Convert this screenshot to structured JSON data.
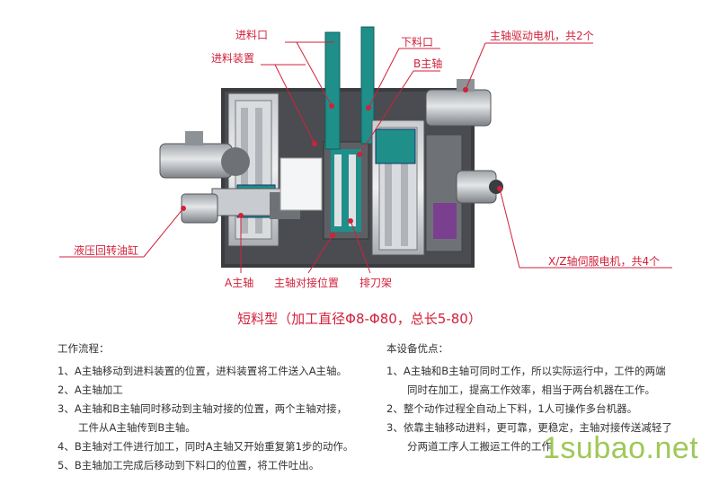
{
  "callouts": {
    "feed_port": "进料口",
    "feed_device": "进料装置",
    "discharge_port": "下料口",
    "spindle_b": "B主轴",
    "spindle_motor": "主轴驱动电机，共2个",
    "hydraulic_cylinder": "液压回转油缸",
    "servo_motor": "X/Z轴伺服电机，共4个",
    "spindle_a": "A主轴",
    "docking_position": "主轴对接位置",
    "tool_rack": "排刀架"
  },
  "caption": "短料型（加工直径Φ8-Φ80，总长5-80）",
  "workflow": {
    "heading": "工作流程：",
    "items": [
      {
        "no": "1、",
        "lines": [
          "A主轴移动到进料装置的位置，进料装置将工件送入A主轴。"
        ]
      },
      {
        "no": "2、",
        "lines": [
          "A主轴加工"
        ]
      },
      {
        "no": "3、",
        "lines": [
          "A主轴和B主轴同时移动到主轴对接的位置，两个主轴对接，",
          "工件从A主轴传到B主轴。"
        ]
      },
      {
        "no": "4、",
        "lines": [
          "B主轴对工件进行加工，同时A主轴又开始重复第1步的动作。"
        ]
      },
      {
        "no": "5、",
        "lines": [
          "B主轴加工完成后移动到下料口的位置，将工件吐出。"
        ]
      }
    ]
  },
  "advantages": {
    "heading": "本设备优点：",
    "items": [
      {
        "no": "1、",
        "lines": [
          "A主轴和B主轴可同时工作，所以实际运行中，工件的两端",
          "同时在加工，提高工作效率，相当于两台机器在工作。"
        ]
      },
      {
        "no": "2、",
        "lines": [
          "整个动作过程全自动上下料，1人可操作多台机器。"
        ]
      },
      {
        "no": "3、",
        "lines": [
          "依靠主轴移动进料，更可靠，更稳定，主轴对接传送减轻了",
          "分两道工序人工搬运工件的工作"
        ]
      }
    ]
  },
  "watermark": "1subao.net",
  "colors": {
    "accent": "#d1213b",
    "teal": "#1f8f8a",
    "body": "#333333",
    "watermark": "#8fbf3c"
  }
}
